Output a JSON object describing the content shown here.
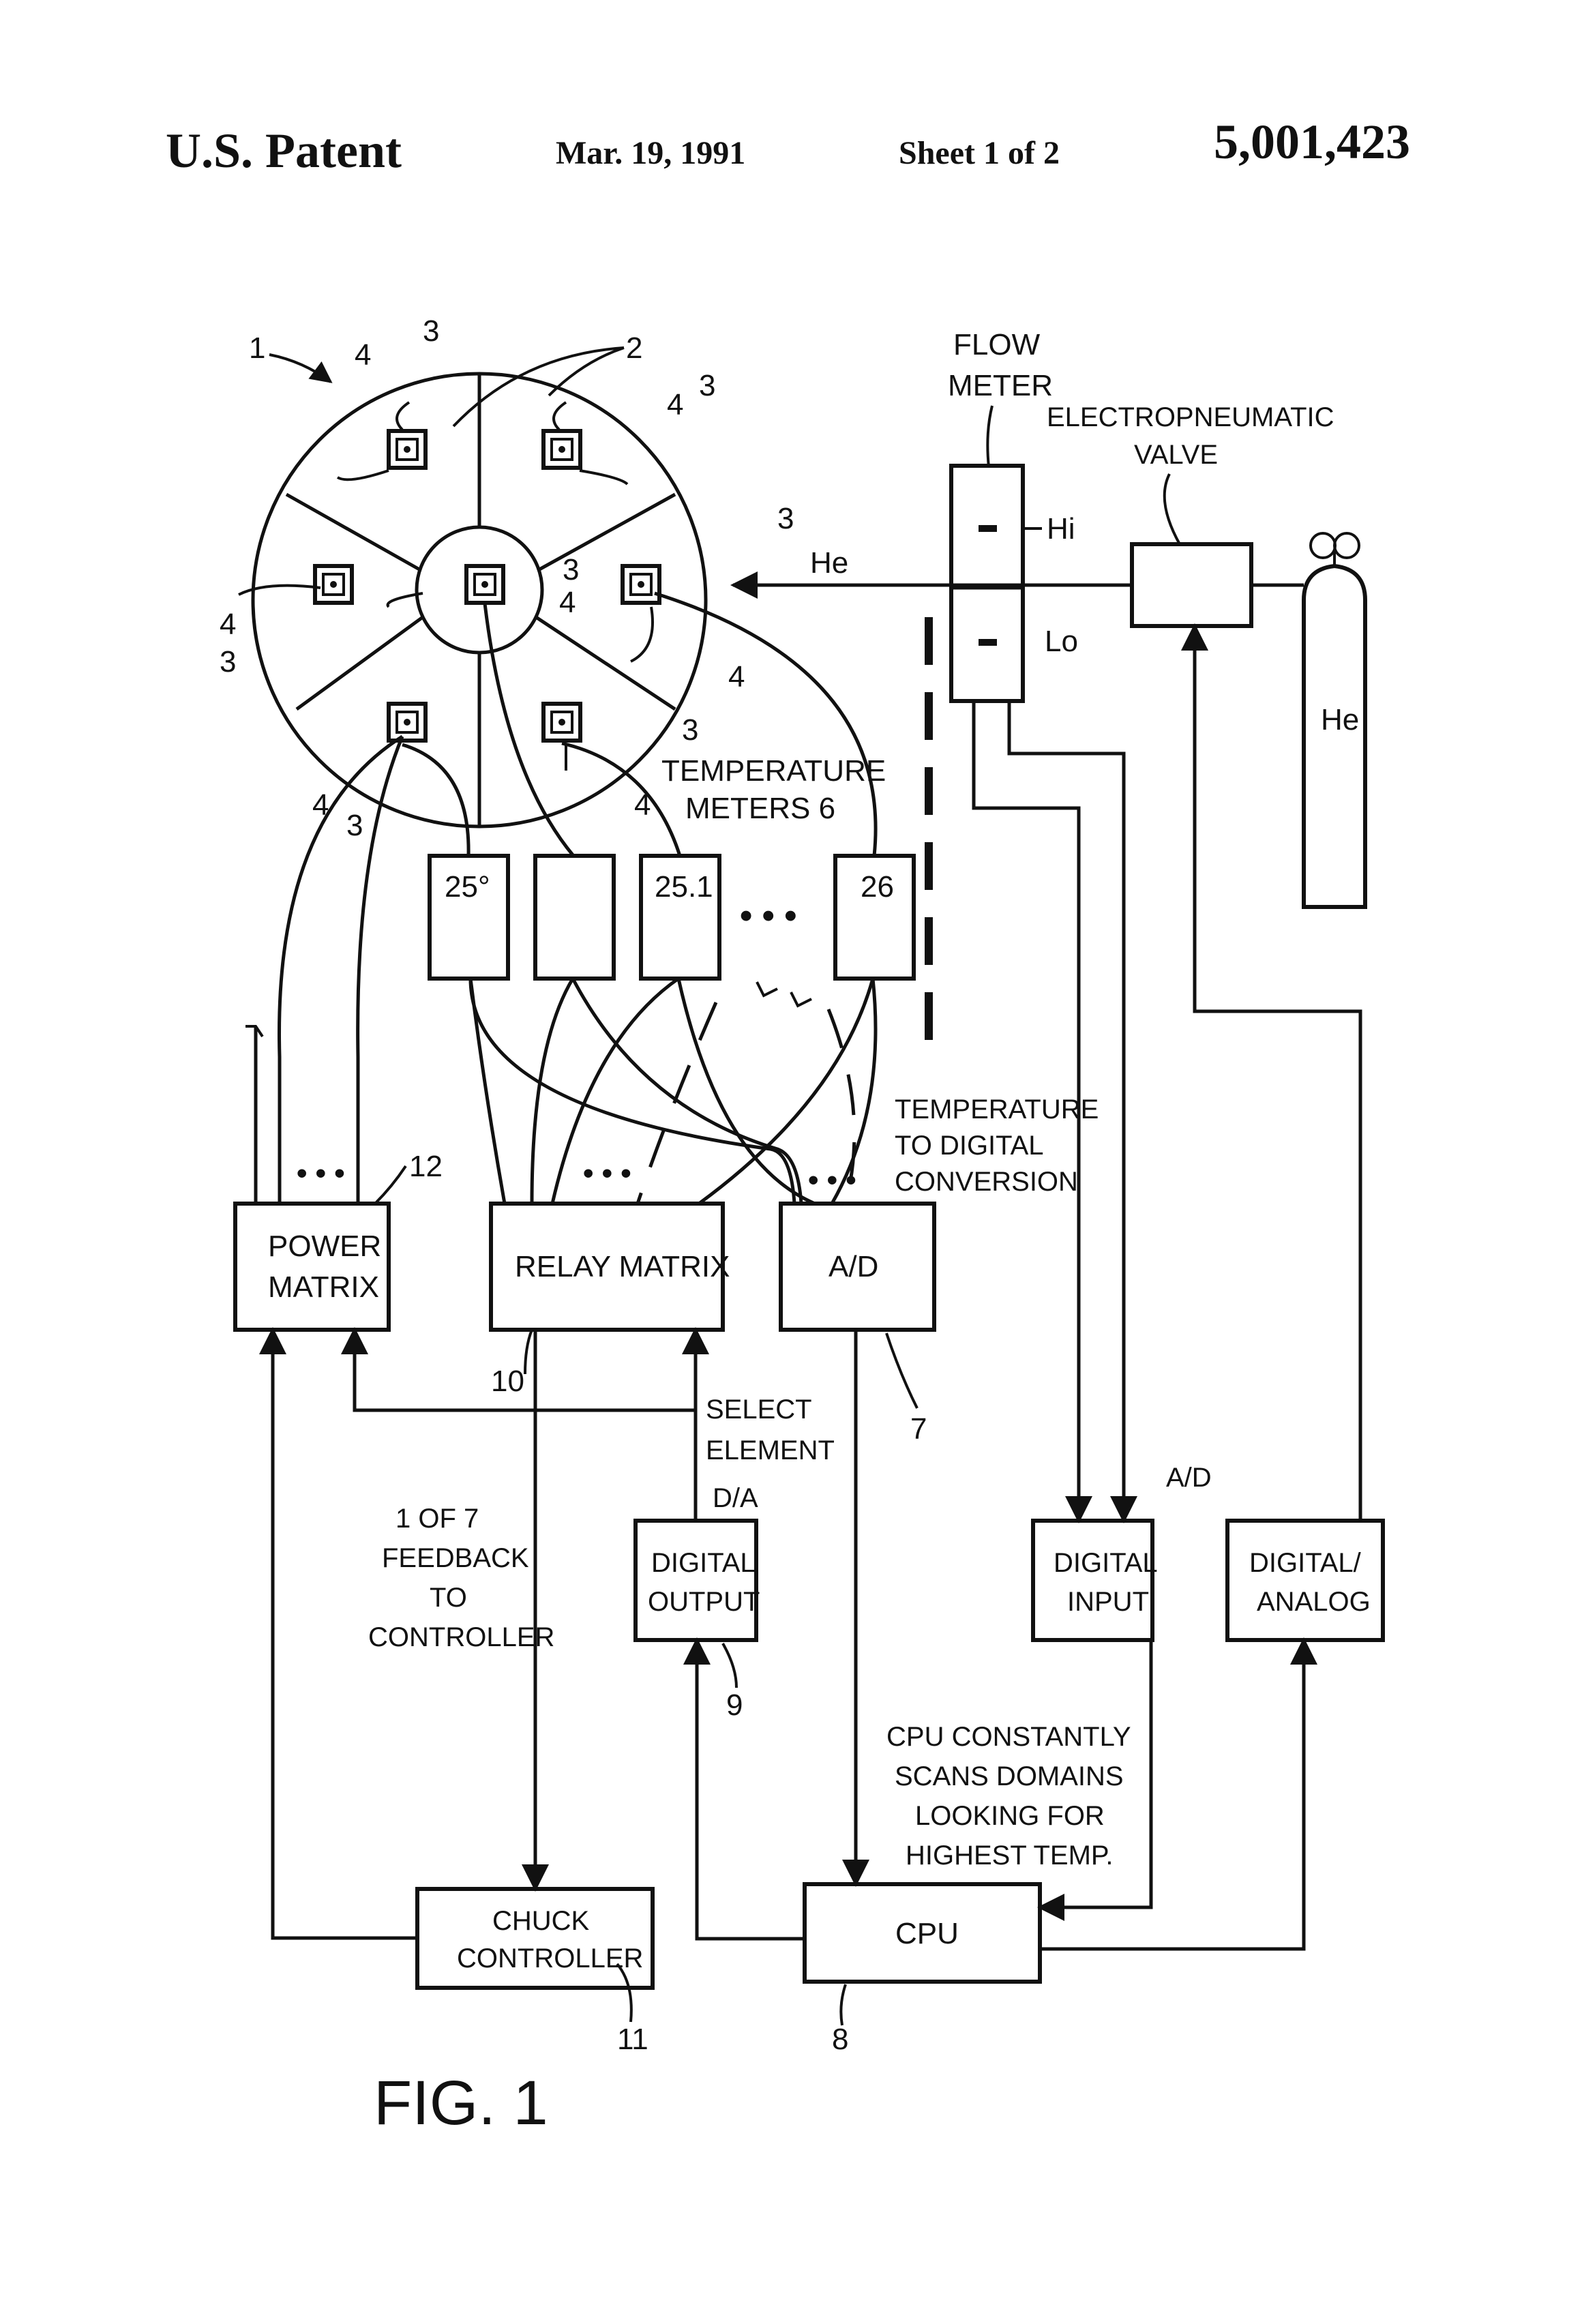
{
  "header": {
    "patent": "U.S. Patent",
    "date": "Mar. 19, 1991",
    "sheet": "Sheet 1 of 2",
    "number": "5,001,423"
  },
  "figure_label": "FIG. 1",
  "chuck": {
    "ref_1": "1",
    "ref_2": "2",
    "ref_3": "3",
    "ref_4": "4"
  },
  "temperature_meters": {
    "label_line1": "TEMPERATURE",
    "label_line2": "METERS 6",
    "readings": [
      "25°",
      "",
      "25.1",
      "26"
    ],
    "ellipsis": "• • •"
  },
  "flow_meter": {
    "label_line1": "FLOW",
    "label_line2": "METER",
    "hi": "Hi",
    "lo": "Lo"
  },
  "valve": {
    "label_line1": "ELECTROPNEUMATIC",
    "label_line2": "VALVE"
  },
  "gas": {
    "line_label": "He",
    "tank_label": "He"
  },
  "blocks": {
    "power_matrix_line1": "POWER",
    "power_matrix_line2": "MATRIX",
    "power_matrix_ref": "12",
    "relay_matrix": "RELAY MATRIX",
    "relay_matrix_ref": "10",
    "ad": "A/D",
    "ad_ref": "7",
    "digital_output_line1": "DIGITAL",
    "digital_output_line2": "OUTPUT",
    "digital_output_ref": "9",
    "digital_input_line1": "DIGITAL",
    "digital_input_line2": "INPUT",
    "digital_analog_line1": "DIGITAL/",
    "digital_analog_line2": "ANALOG",
    "cpu": "CPU",
    "cpu_ref": "8",
    "chuck_controller_line1": "CHUCK",
    "chuck_controller_line2": "CONTROLLER",
    "chuck_controller_ref": "11"
  },
  "annotations": {
    "temp_conv_line1": "TEMPERATURE",
    "temp_conv_line2": "TO DIGITAL",
    "temp_conv_line3": "CONVERSION",
    "select_line1": "SELECT",
    "select_line2": "ELEMENT",
    "da": "D/A",
    "ad_small": "A/D",
    "feedback_line1": "1 OF 7",
    "feedback_line2": "FEEDBACK",
    "feedback_line3": "TO",
    "feedback_line4": "CONTROLLER",
    "cpu_note_line1": "CPU CONSTANTLY",
    "cpu_note_line2": "SCANS DOMAINS",
    "cpu_note_line3": "LOOKING FOR",
    "cpu_note_line4": "HIGHEST TEMP.",
    "dots": "• • •"
  }
}
